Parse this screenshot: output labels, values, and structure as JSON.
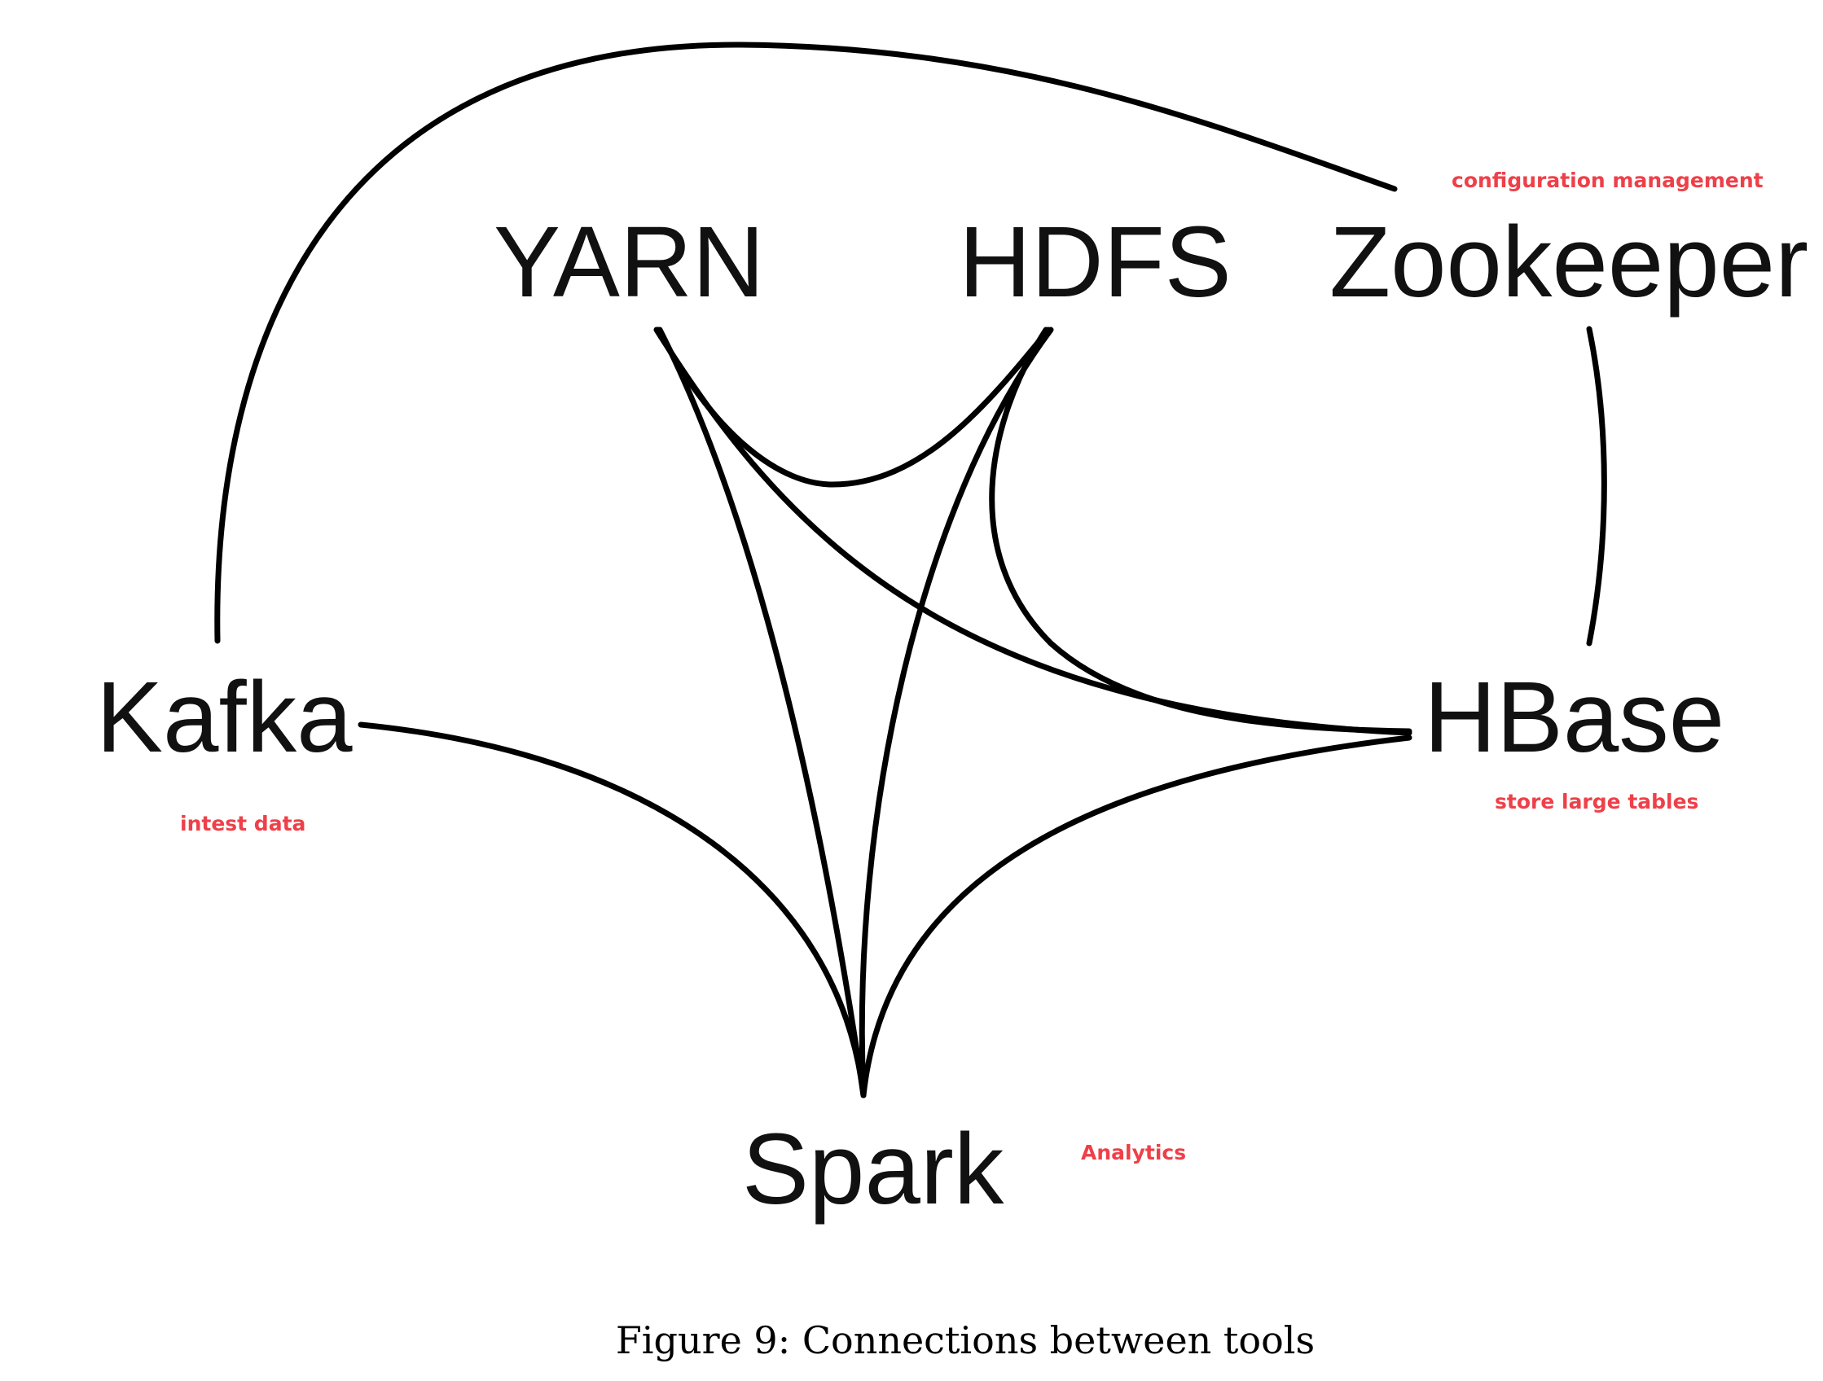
{
  "nodes": {
    "yarn": "YARN",
    "hdfs": "HDFS",
    "zookeeper": "Zookeeper",
    "kafka": "Kafka",
    "hbase": "HBase",
    "spark": "Spark"
  },
  "annotations": {
    "zookeeper": "configuration management",
    "kafka": "intest data",
    "hbase": "store large tables",
    "spark": "Analytics"
  },
  "edges": [
    [
      "Kafka",
      "Zookeeper"
    ],
    [
      "Zookeeper",
      "HBase"
    ],
    [
      "YARN",
      "HDFS"
    ],
    [
      "YARN",
      "HBase"
    ],
    [
      "YARN",
      "Spark"
    ],
    [
      "HDFS",
      "HBase"
    ],
    [
      "HDFS",
      "Spark"
    ],
    [
      "Kafka",
      "Spark"
    ],
    [
      "HBase",
      "Spark"
    ]
  ],
  "caption": "Figure 9: Connections between tools",
  "colors": {
    "edge": "#000000",
    "node_text": "#111111",
    "annotation_text": "#ee4049"
  }
}
